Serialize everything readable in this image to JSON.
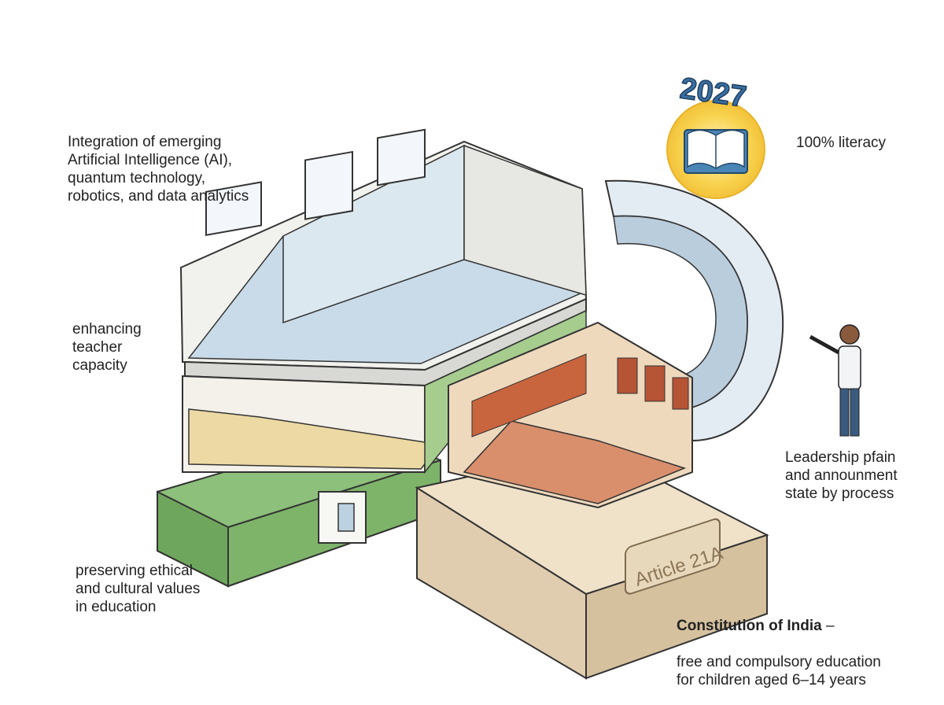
{
  "labels": {
    "ai_tech": "Integration of emerging\nArtificial Intelligence (AI),\nquantum technology,\nrobotics, and data analytics",
    "teacher": "enhancing\nteacher\ncapacity",
    "ethics": "preserving ethical\nand cultural values\nin education",
    "literacy": "100% literacy",
    "leadership": "Leadership pfain\nand announment\nstate by process",
    "constitution_title": "Constitution of India",
    "constitution_dash": " –",
    "constitution_body": "free and compulsory education\nfor children aged 6–14 years"
  },
  "badge": {
    "year": "2027"
  },
  "plinth": {
    "article": "Article 21A"
  },
  "colors": {
    "wall": "#f1f1ee",
    "floor_blue": "#c9dbe8",
    "floor_yellow": "#ecd9a3",
    "green_base": "#8dc07a",
    "stone": "#e3d2b6",
    "heritage_wall": "#efd9bd",
    "heritage_floor": "#d98f6c",
    "sun": "#f7d34a"
  }
}
